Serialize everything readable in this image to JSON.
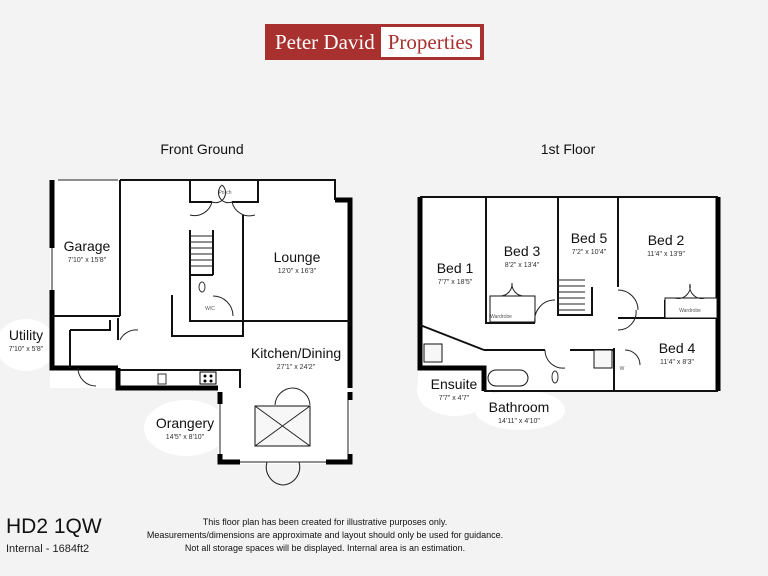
{
  "logo": {
    "name_part": "Peter David",
    "suffix_part": "Properties",
    "brand_color": "#a8302e"
  },
  "ground_floor": {
    "title": "Front Ground",
    "rooms": [
      {
        "name": "Garage",
        "dims": "7'10\" x 15'8\""
      },
      {
        "name": "Lounge",
        "dims": "12'0\" x 16'3\""
      },
      {
        "name": "Utility",
        "dims": "7'10\" x 5'8\""
      },
      {
        "name": "Kitchen/Dining",
        "dims": "27'1\" x 24'2\""
      },
      {
        "name": "Orangery",
        "dims": "14'5\" x 8'10\""
      }
    ],
    "small_labels": {
      "porch": "Porch",
      "wc": "W/C"
    }
  },
  "first_floor": {
    "title": "1st Floor",
    "rooms": [
      {
        "name": "Bed 1",
        "dims": "7'7\" x 18'5\""
      },
      {
        "name": "Bed 3",
        "dims": "8'2\" x 13'4\""
      },
      {
        "name": "Bed 5",
        "dims": "7'2\" x 10'4\""
      },
      {
        "name": "Bed 2",
        "dims": "11'4\" x 13'9\""
      },
      {
        "name": "Bed 4",
        "dims": "11'4\" x 8'3\""
      },
      {
        "name": "Ensuite",
        "dims": "7'7\" x 4'7\""
      },
      {
        "name": "Bathroom",
        "dims": "14'11\" x 4'10\""
      }
    ],
    "small_labels": {
      "wardrobe": "Wardrobe",
      "w": "W"
    }
  },
  "footer": {
    "postcode": "HD2 1QW",
    "internal_area": "Internal - 1684ft2",
    "disclaimer": [
      "This floor plan has been created for illustrative purposes only.",
      "Measurements/dimensions are approximate and layout should only be used for guidance.",
      "Not all storage spaces will be displayed. Internal area is an estimation."
    ]
  }
}
